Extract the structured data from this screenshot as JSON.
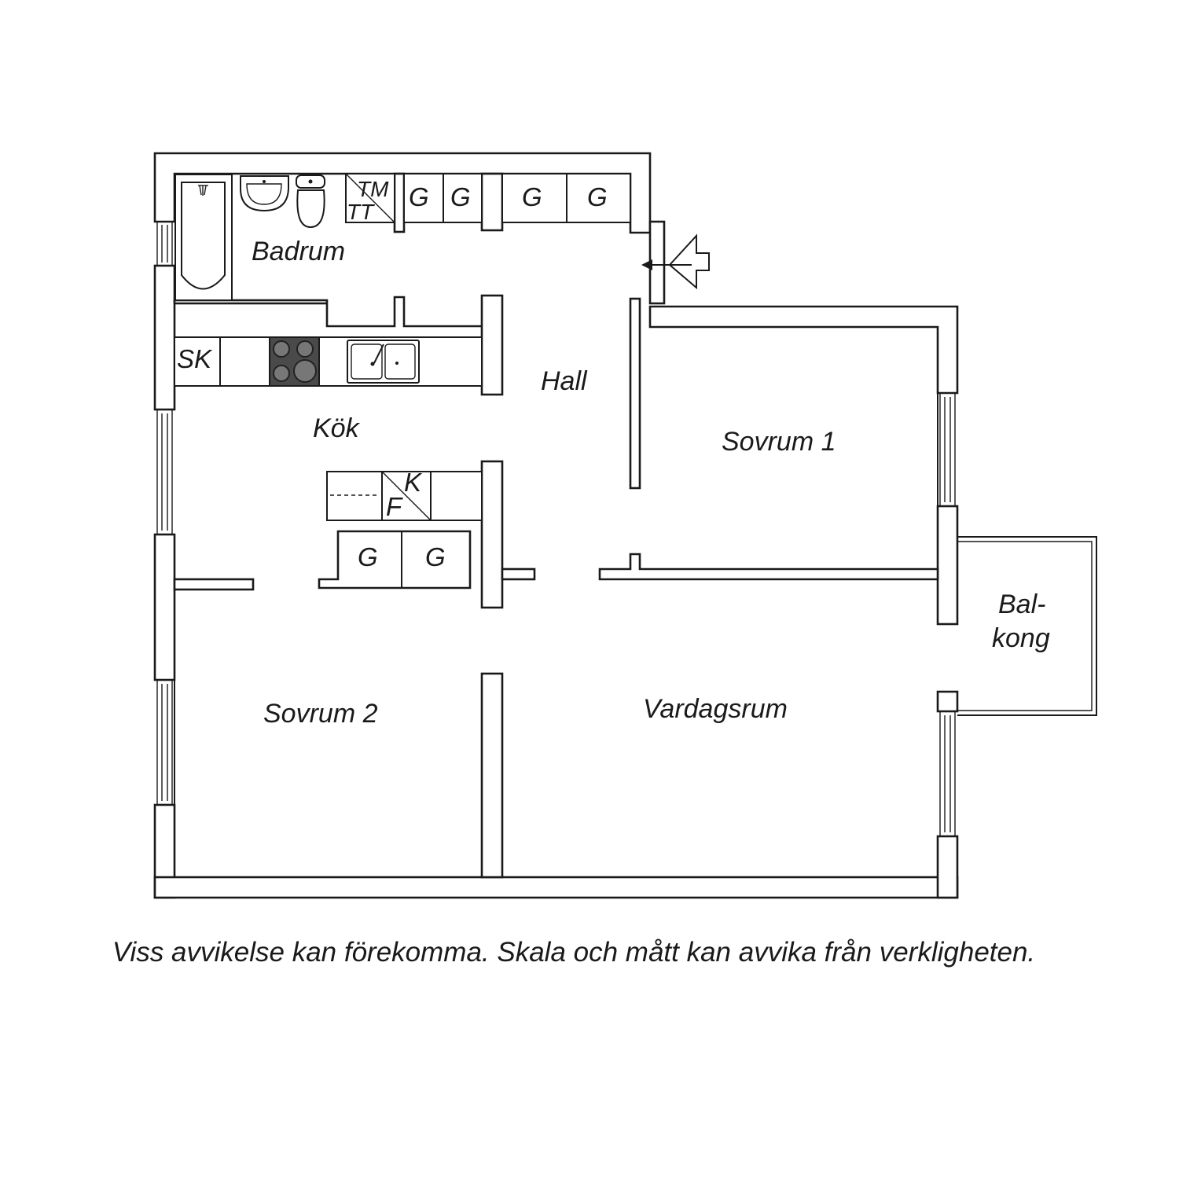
{
  "rooms": {
    "badrum": "Badrum",
    "kok": "Kök",
    "hall": "Hall",
    "sovrum1": "Sovrum 1",
    "sovrum2": "Sovrum 2",
    "vardagsrum": "Vardagsrum",
    "balkong_line1": "Bal-",
    "balkong_line2": "kong"
  },
  "fixtures": {
    "tm": "TM",
    "tt": "TT",
    "g": "G",
    "sk": "SK",
    "k": "K",
    "f": "F"
  },
  "disclaimer": "Viss avvikelse kan förekomma. Skala och mått kan avvika från verkligheten."
}
